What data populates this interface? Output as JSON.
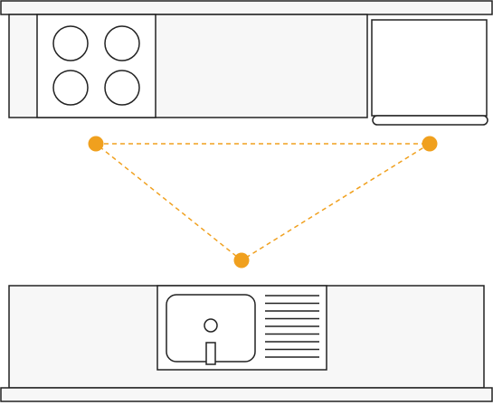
{
  "diagram": {
    "kind": "kitchen-work-triangle-floor-plan",
    "colors": {
      "counter_fill": "#f7f7f7",
      "appliance_fill": "#ffffff",
      "outline": "#222222",
      "triangle": "#f0a01e"
    },
    "top_run": {
      "burners": 4,
      "has_cooktop": true,
      "has_refrigerator": true
    },
    "bottom_run": {
      "has_sink": true,
      "drainboard_grooves": 9
    },
    "work_triangle": {
      "points": [
        "cooktop",
        "refrigerator",
        "sink"
      ],
      "line_style": "dashed"
    }
  }
}
